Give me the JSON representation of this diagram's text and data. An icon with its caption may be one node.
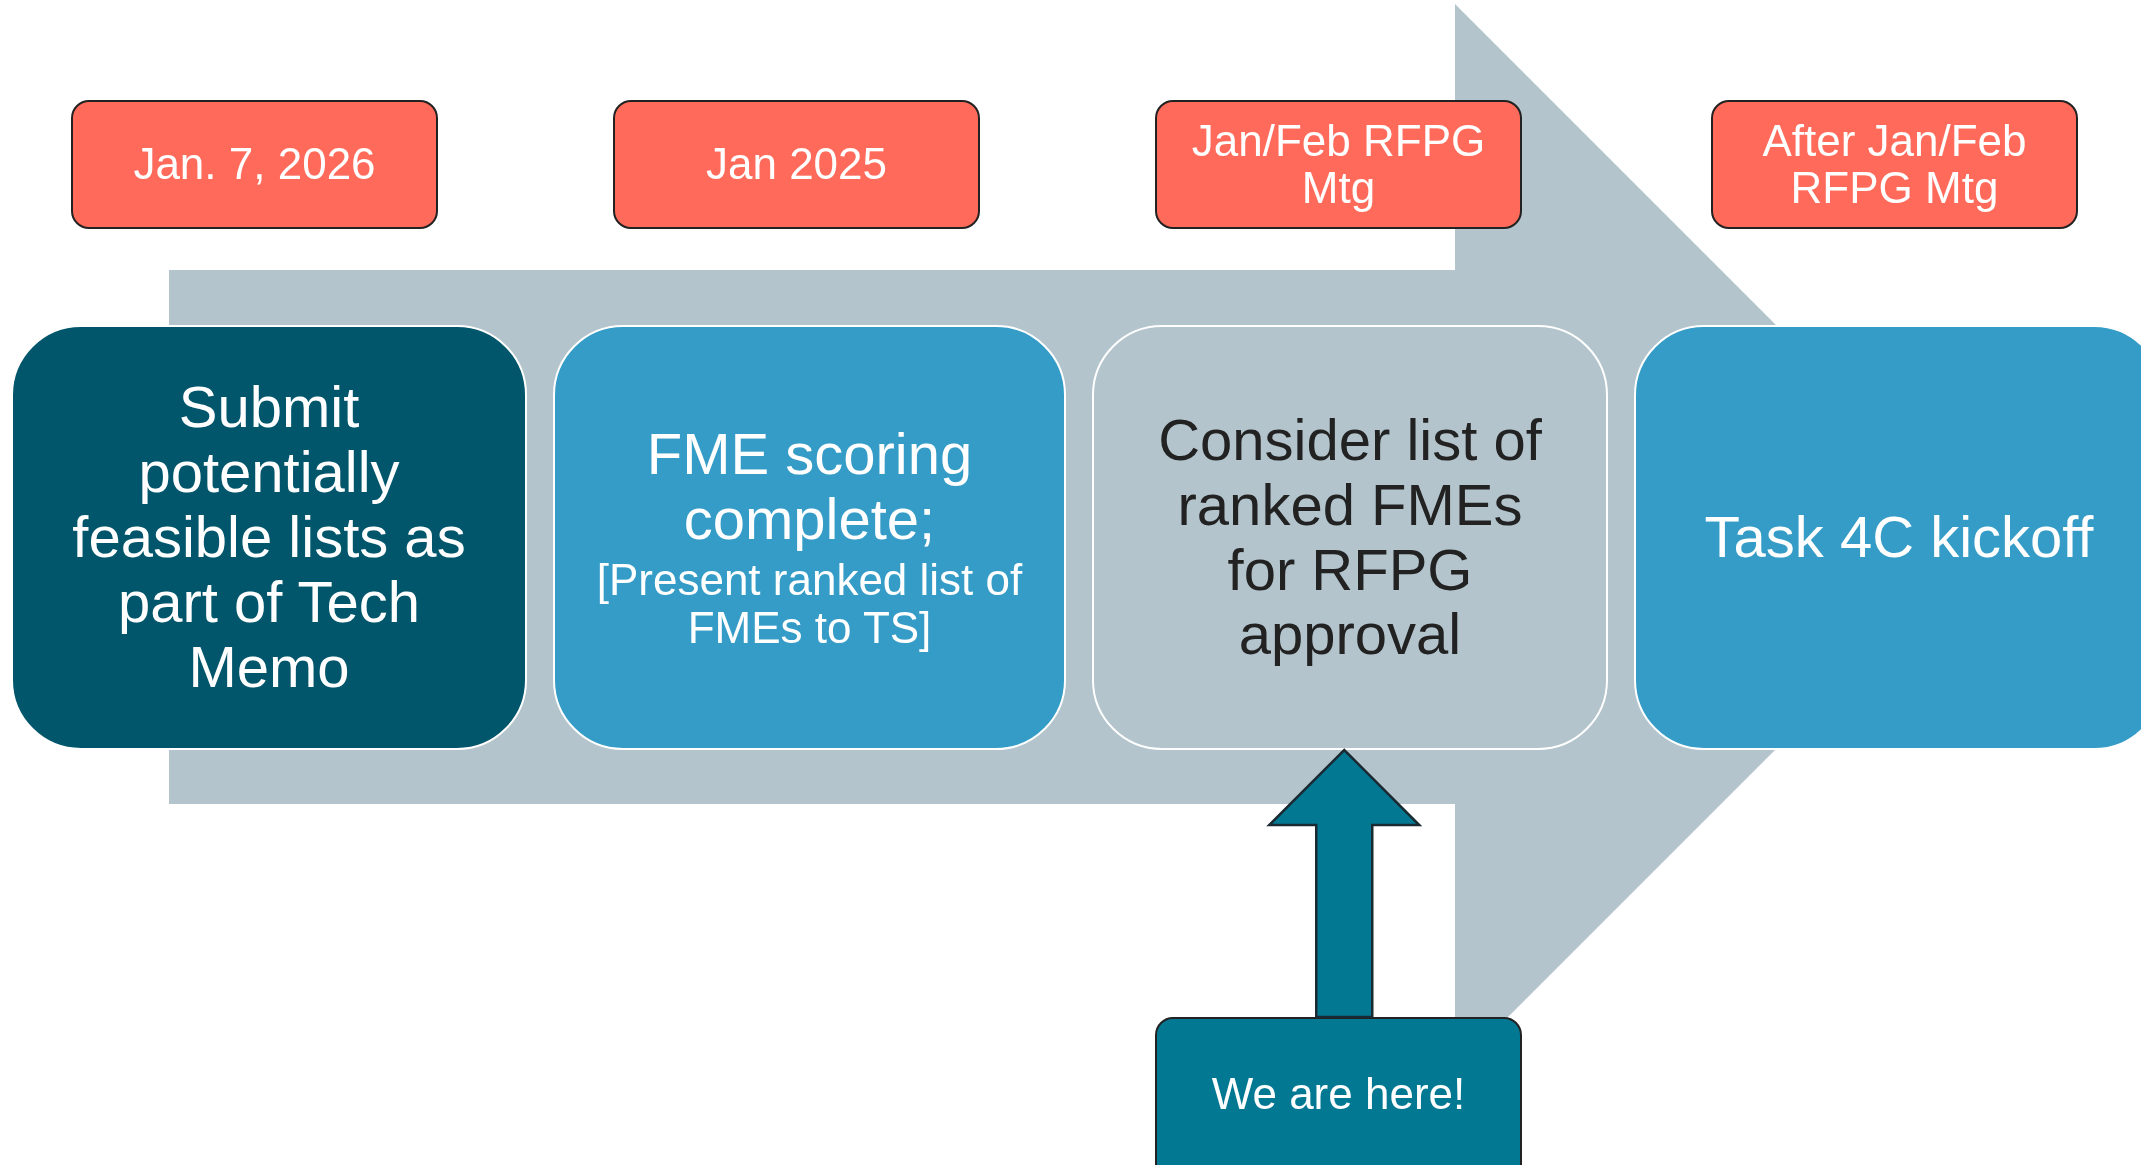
{
  "diagram": {
    "nodes": [
      {
        "text": [
          "Jan. 7, 2026"
        ]
      },
      {
        "text": [
          "Jan 2025"
        ]
      },
      {
        "text": [
          "Jan/Feb RFPG Mtg"
        ]
      },
      {
        "text": [
          "After Jan/Feb RFPG Mtg"
        ]
      },
      {
        "text": [
          "Submit potentially feasible lists as part of Tech Memo"
        ]
      },
      {
        "text": [
          "FME scoring complete;",
          "[Present ranked list of FMEs to TS]"
        ]
      },
      {
        "text": [
          "Consider list of ranked FMEs for RFPG approval"
        ]
      },
      {
        "text": [
          "Task 4C kickoff"
        ]
      },
      {
        "text": [
          "We are here!"
        ]
      }
    ],
    "edges": [
      {
        "from": 8,
        "to": 6,
        "arrow": "to",
        "style": "thick"
      },
      {
        "from": 4,
        "to": 7,
        "arrow": "to",
        "style": "thick",
        "color": "#b3c4cc"
      }
    ]
  }
}
